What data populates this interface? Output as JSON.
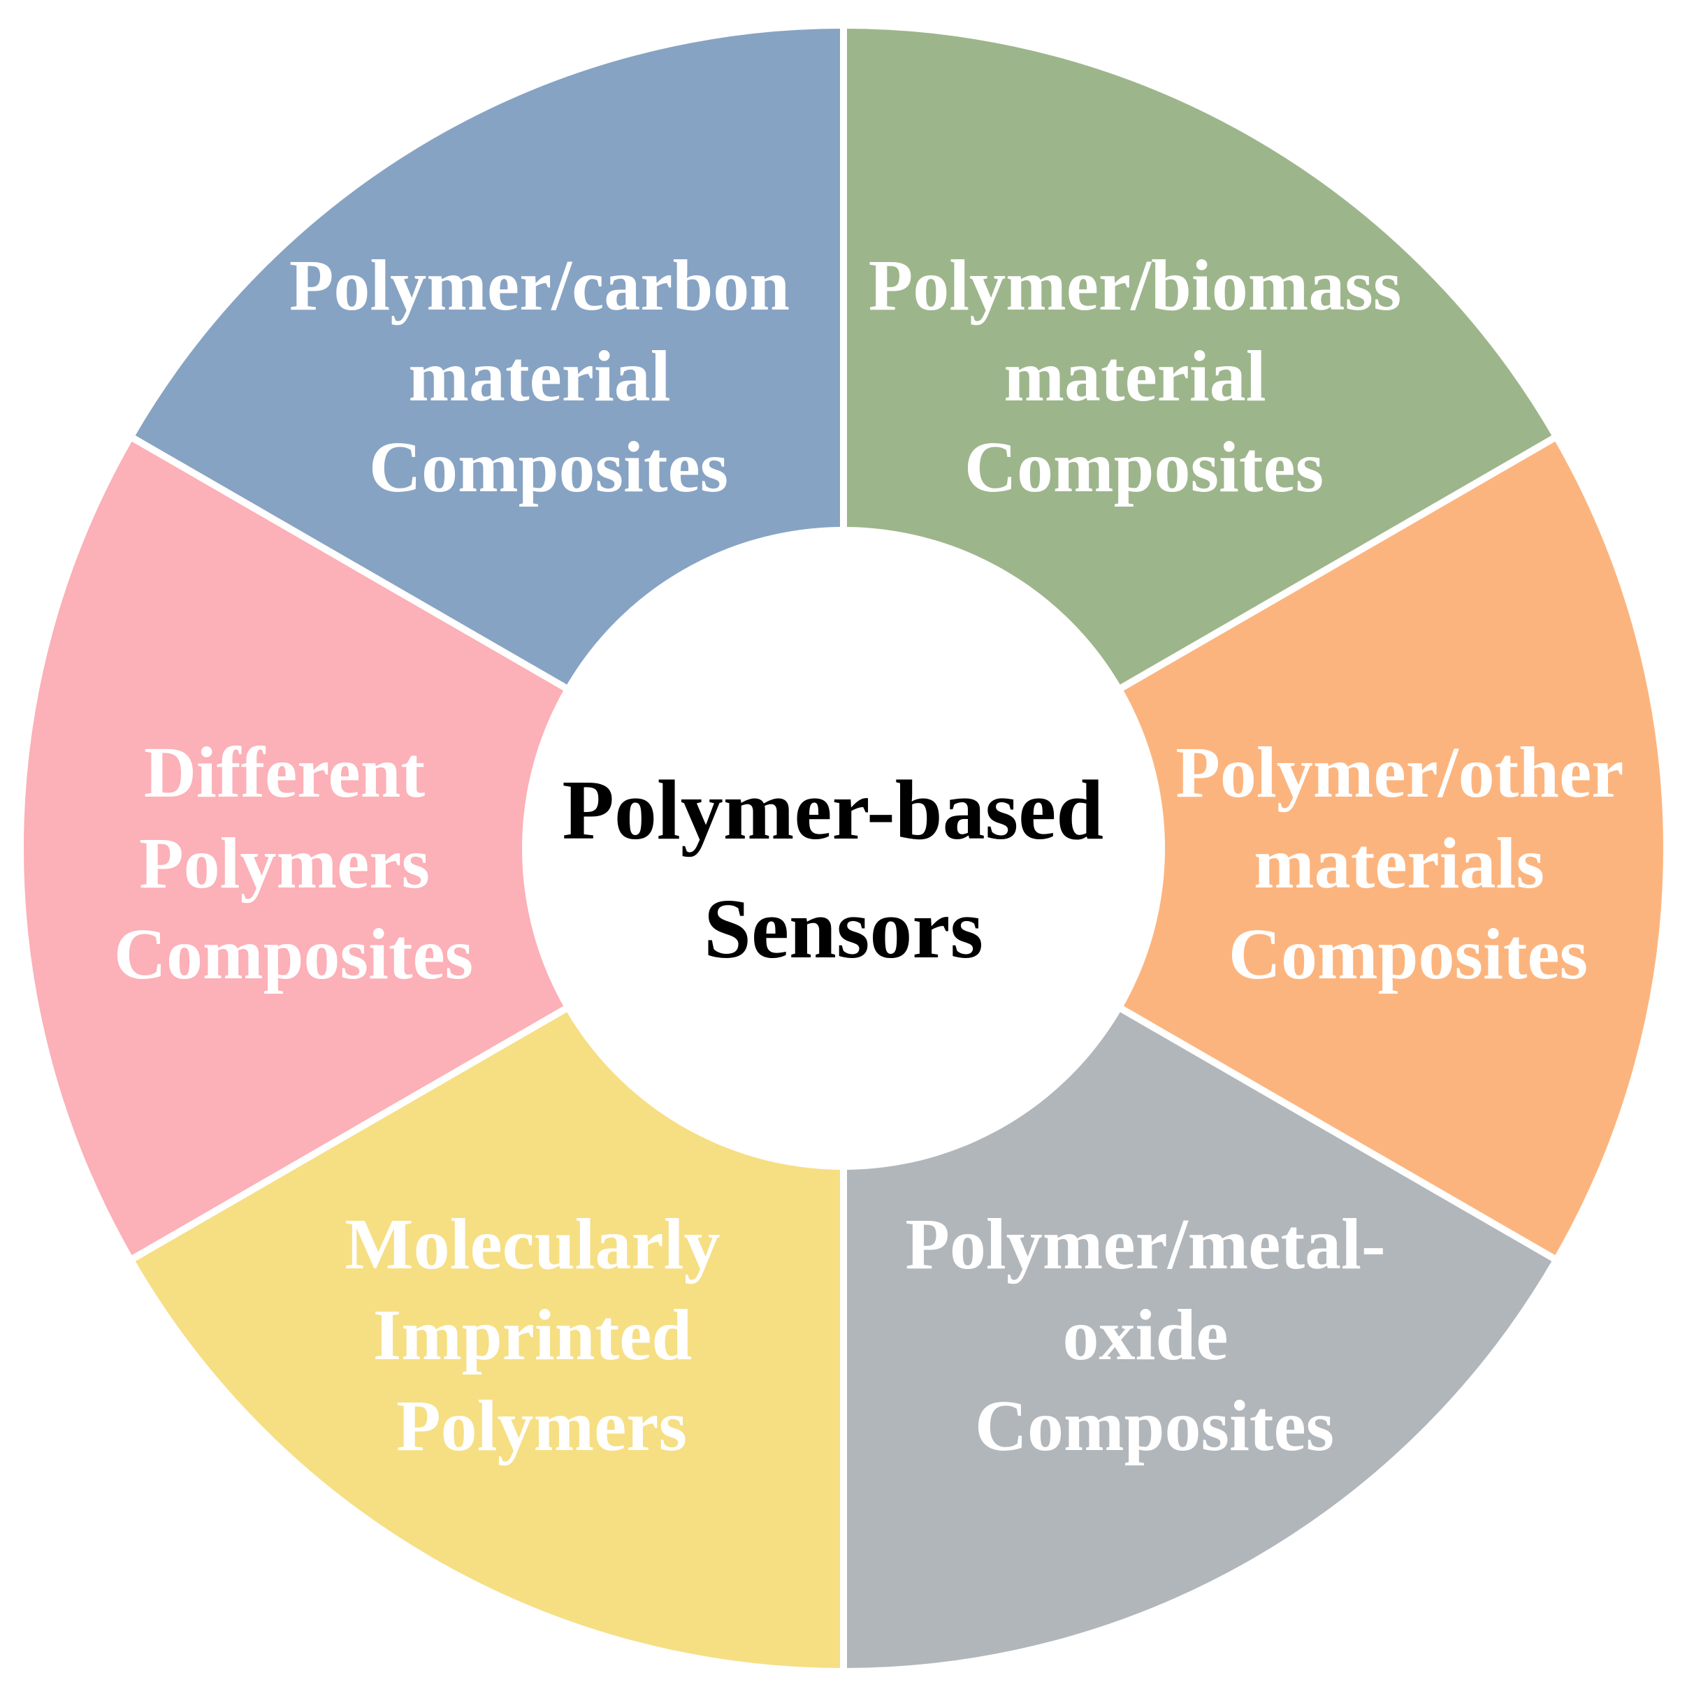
{
  "diagram": {
    "center": {
      "lines": [
        "Polymer-based",
        "Sensors"
      ]
    },
    "segments": [
      {
        "id": "carbon",
        "lines": [
          "Polymer/carbon",
          "material",
          "Composites"
        ],
        "color": "#87A3C3"
      },
      {
        "id": "biomass",
        "lines": [
          "Polymer/biomass",
          "material",
          "Composites"
        ],
        "color": "#9DB58B"
      },
      {
        "id": "other",
        "lines": [
          "Polymer/other",
          "materials",
          "Composites"
        ],
        "color": "#FCB47E"
      },
      {
        "id": "metal-oxide",
        "lines": [
          "Polymer/metal-",
          "oxide",
          "Composites"
        ],
        "color": "#B1B6BB"
      },
      {
        "id": "mip",
        "lines": [
          "Molecularly",
          "Imprinted",
          "Polymers"
        ],
        "color": "#F6DE83"
      },
      {
        "id": "different",
        "lines": [
          "Different",
          "Polymers",
          "Composites"
        ],
        "color": "#FCB0B7"
      }
    ]
  },
  "colors": {
    "separator": "#ffffff",
    "center_fill": "#ffffff",
    "segment_text": "#ffffff",
    "center_text": "#000000"
  }
}
